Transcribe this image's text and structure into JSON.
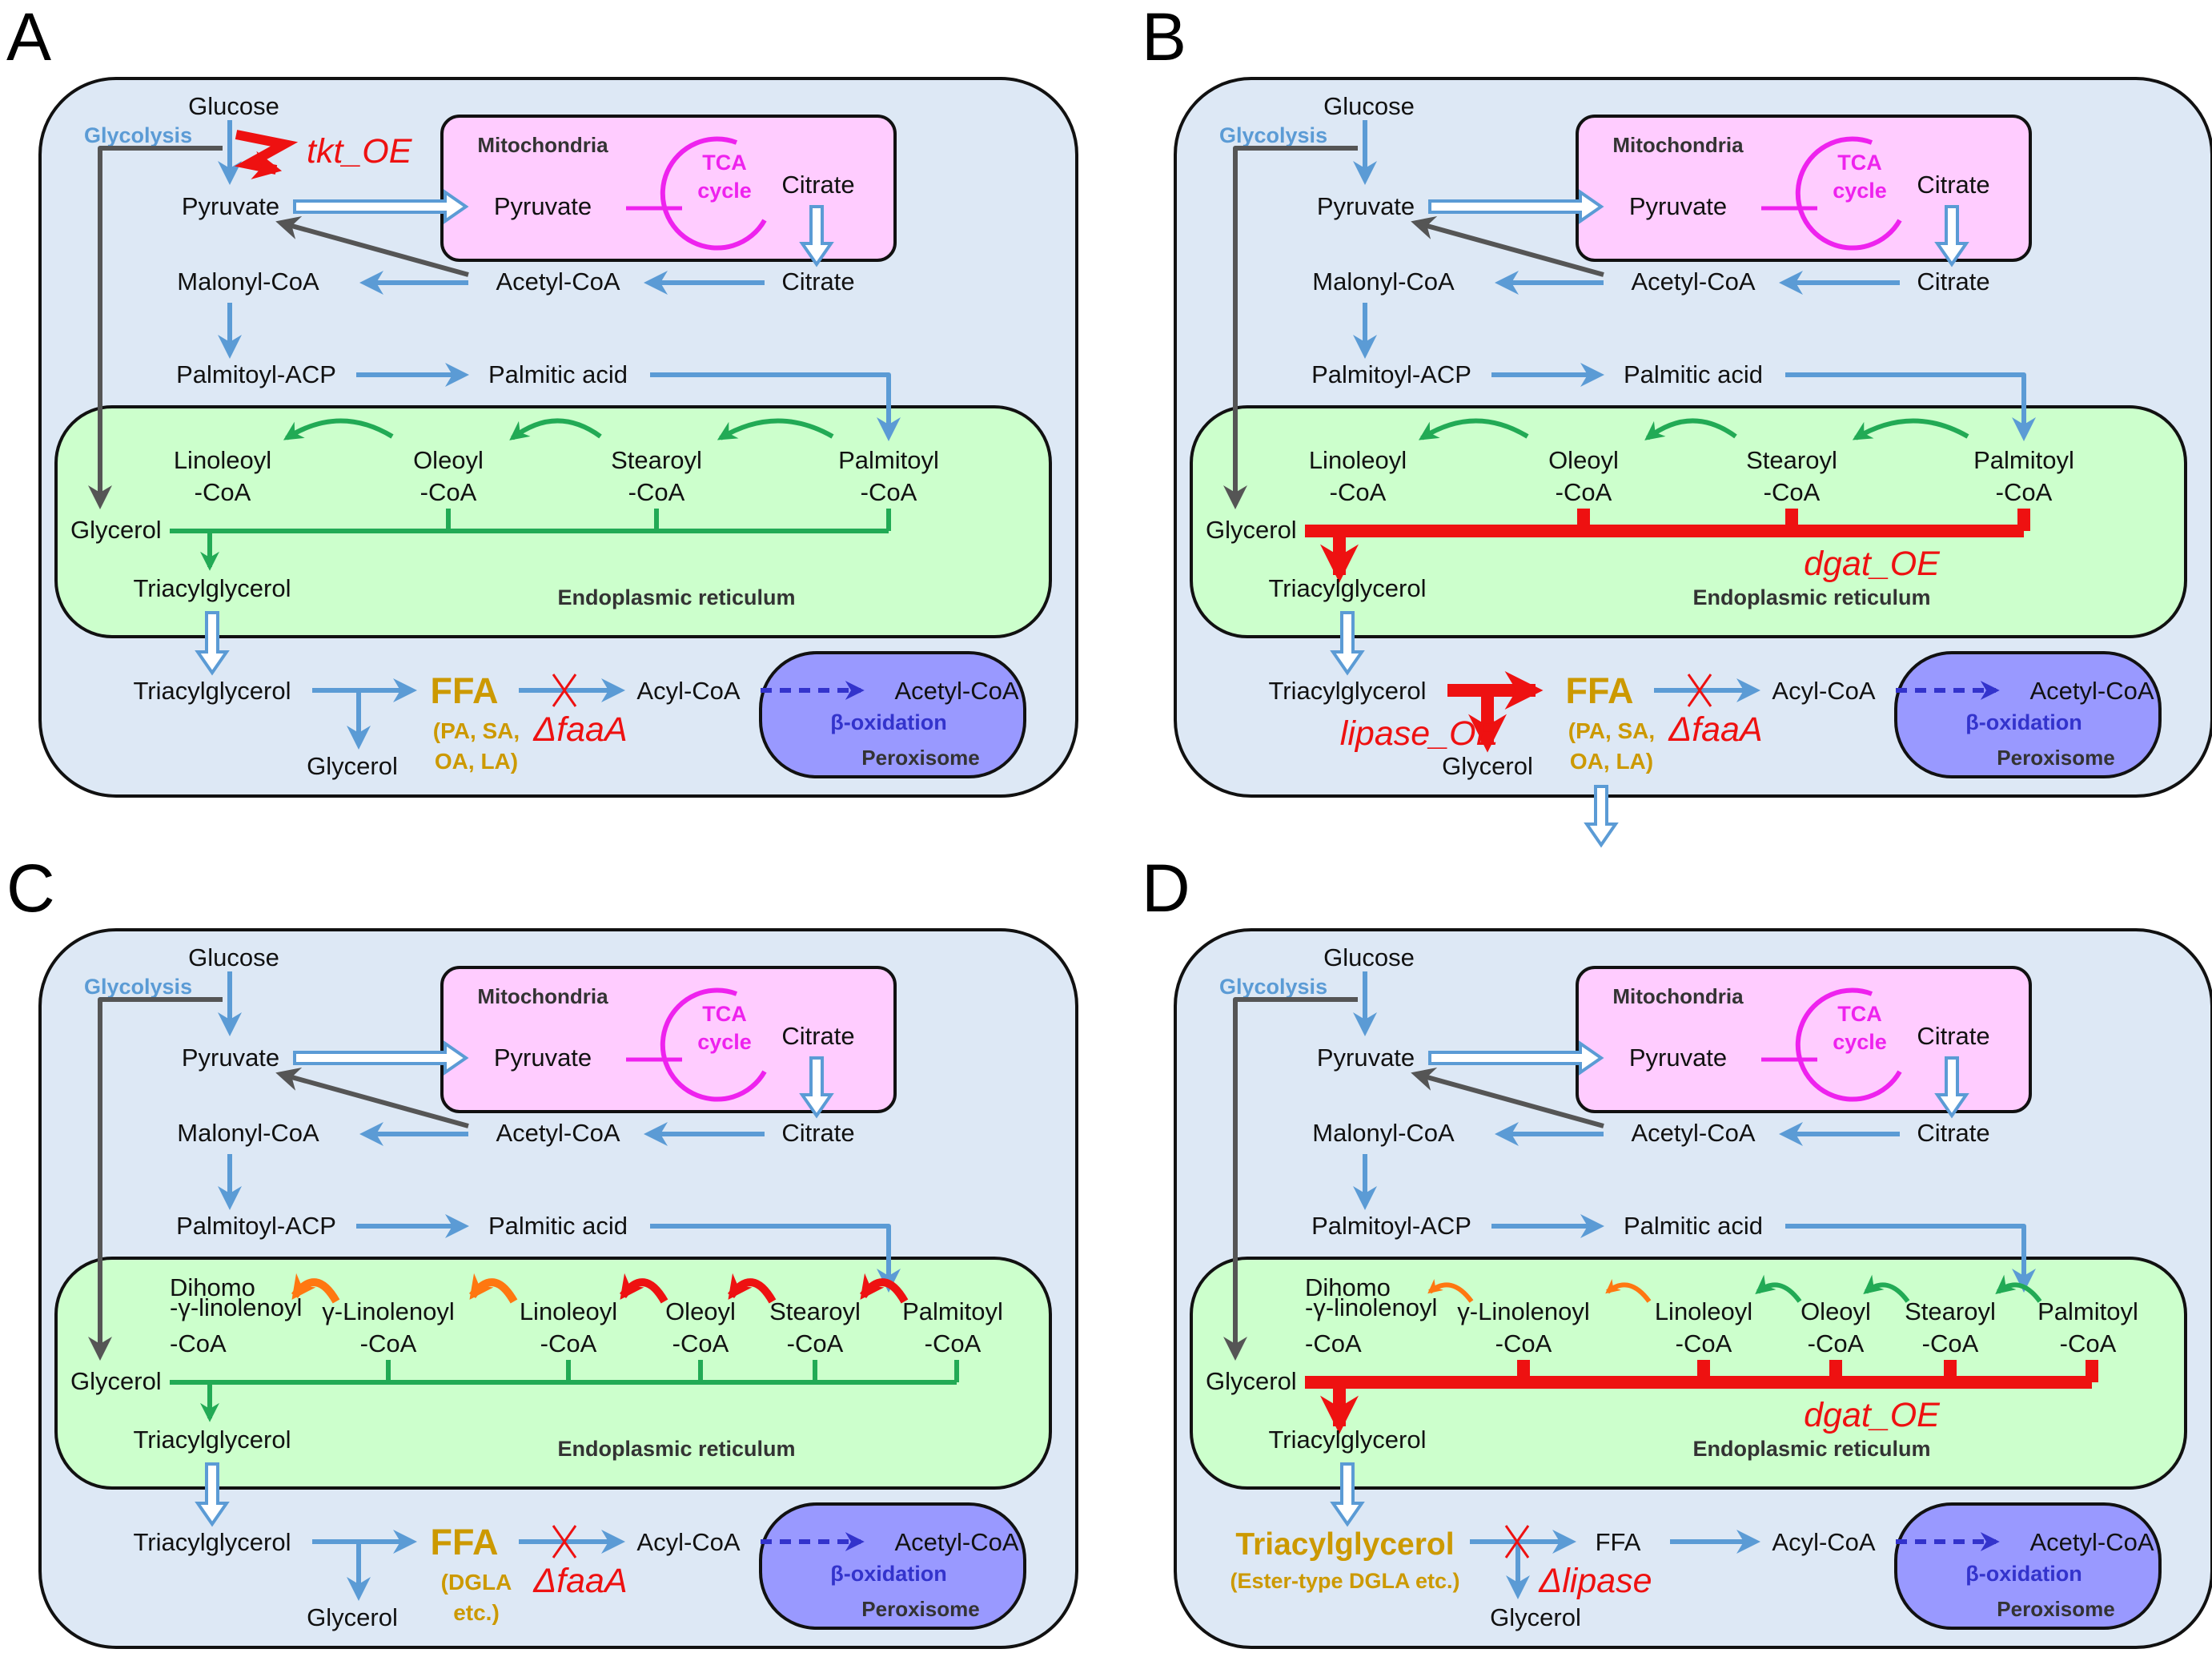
{
  "colors": {
    "cell_fill": "#dde8f5",
    "mito_fill": "#ffccff",
    "er_fill": "#ccffcc",
    "perox_fill": "#9999ff",
    "blue_arrow": "#5b9bd5",
    "gray_arrow": "#555555",
    "green": "#22aa55",
    "red": "#ee1111",
    "orange": "#ff7711",
    "magenta": "#ee22ee",
    "gold": "#cc9900",
    "navy": "#3333cc",
    "glycolysis_text": "#5b9bd5"
  },
  "common": {
    "glucose": "Glucose",
    "glycolysis": "Glycolysis",
    "pyruvate": "Pyruvate",
    "mitochondria": "Mitochondria",
    "tca_1": "TCA",
    "tca_2": "cycle",
    "citrate": "Citrate",
    "malonyl_coa": "Malonyl-CoA",
    "acetyl_coa": "Acetyl-CoA",
    "palmitoyl_acp": "Palmitoyl-ACP",
    "palmitic_acid": "Palmitic acid",
    "glycerol": "Glycerol",
    "triacylglycerol": "Triacylglycerol",
    "er": "Endoplasmic reticulum",
    "ffa": "FFA",
    "acyl_coa": "Acyl-CoA",
    "beta_ox": "β-oxidation",
    "peroxisome": "Peroxisome",
    "coa_suffix": "-CoA"
  },
  "panels": [
    {
      "letter": "A",
      "acyl": [
        "Linoleoyl",
        "Oleoyl",
        "Stearoyl",
        "Palmitoyl"
      ],
      "ffa_sub": [
        "(PA, SA,",
        "OA, LA)"
      ],
      "mods": {
        "tkt": "tkt_OE",
        "faa": "ΔfaaA"
      }
    },
    {
      "letter": "B",
      "acyl": [
        "Linoleoyl",
        "Oleoyl",
        "Stearoyl",
        "Palmitoyl"
      ],
      "ffa_sub": [
        "(PA, SA,",
        "OA, LA)"
      ],
      "mods": {
        "dgat": "dgat_OE",
        "lipase": "lipase_OE",
        "faa": "ΔfaaA"
      }
    },
    {
      "letter": "C",
      "acyl": [
        "Dihomo",
        "-γ-linolenoyl",
        "γ-Linolenoyl",
        "Linoleoyl",
        "Oleoyl",
        "Stearoyl",
        "Palmitoyl"
      ],
      "ffa_sub": [
        "(DGLA",
        "etc.)"
      ],
      "mods": {
        "faa": "ΔfaaA"
      }
    },
    {
      "letter": "D",
      "acyl": [
        "Dihomo",
        "-γ-linolenoyl",
        "γ-Linolenoyl",
        "Linoleoyl",
        "Oleoyl",
        "Stearoyl",
        "Palmitoyl"
      ],
      "tag_title": "Triacylglycerol",
      "tag_sub": "(Ester-type DGLA etc.)",
      "mods": {
        "dgat": "dgat_OE",
        "lipase": "Δlipase"
      }
    }
  ]
}
